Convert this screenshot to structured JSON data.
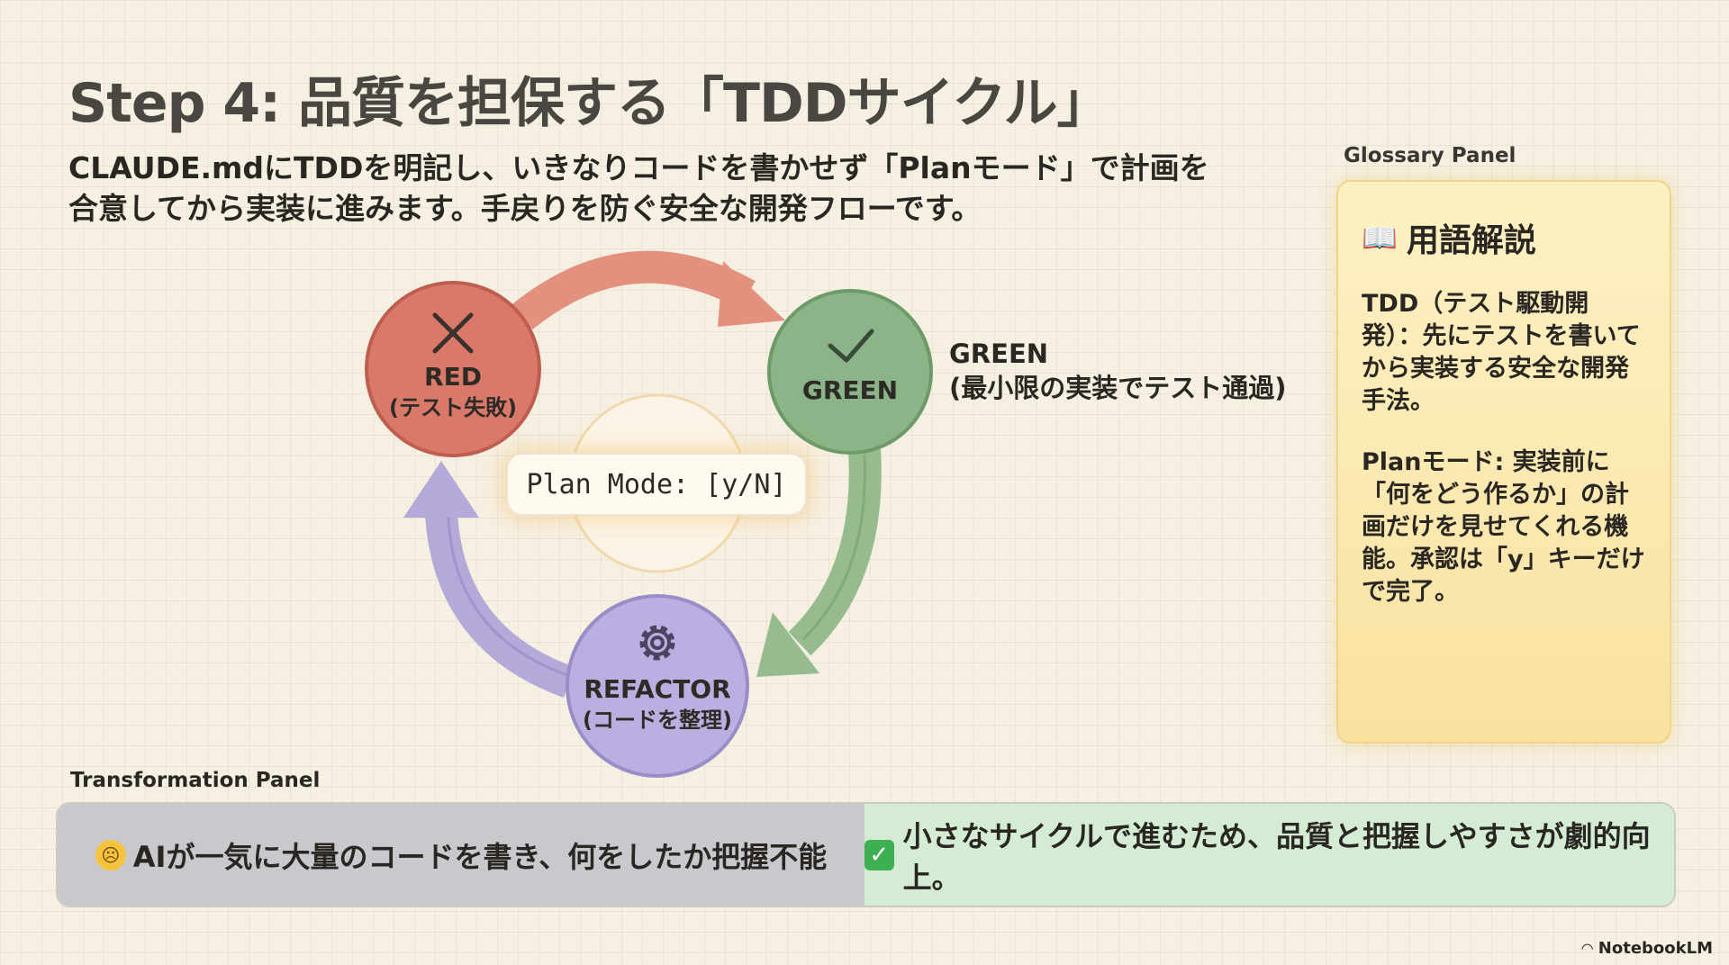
{
  "title": "Step 4: 品質を担保する「TDDサイクル」",
  "subtitle": "CLAUDE.mdにTDDを明記し、いきなりコードを書かせず「Planモード」で計画を合意してから実装に進みます。手戻りを防ぐ安全な開発フローです。",
  "cycle": {
    "red": {
      "title": "RED",
      "sub": "(テスト失敗)",
      "icon": "x-icon",
      "color": "#d9796a"
    },
    "green": {
      "title": "GREEN",
      "icon": "check-icon",
      "color": "#8bb488",
      "side_title": "GREEN",
      "side_sub": "(最小限の実装でテスト通過)"
    },
    "refactor": {
      "title": "REFACTOR",
      "sub": "(コードを整理)",
      "icon": "gear-icon",
      "color": "#bcaee0"
    },
    "center": "Plan Mode: [y/N]"
  },
  "glossary": {
    "caption": "Glossary Panel",
    "icon": "book-icon",
    "heading": "用語解説",
    "terms": [
      "TDD（テスト駆動開発）：先にテストを書いてから実装する安全な開発手法。",
      "Planモード: 実装前に「何をどう作るか」の計画だけを見せてくれる機能。承認は「y」キーだけで完了。"
    ]
  },
  "transformation": {
    "caption": "Transformation Panel",
    "before": {
      "icon": "sad-face-icon",
      "text": "AIが一気に大量のコードを書き、何をしたか把握不能"
    },
    "after": {
      "icon": "check-box-icon",
      "text": "小さなサイクルで進むため、品質と把握しやすさが劇的向上。"
    }
  },
  "brand": "NotebookLM"
}
